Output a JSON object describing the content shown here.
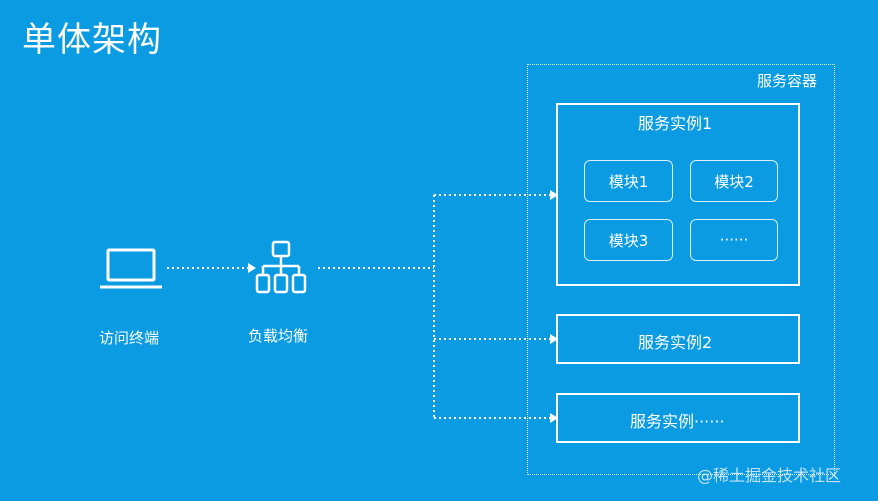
{
  "title": "单体架构",
  "nodes": {
    "client_label": "访问终端",
    "lb_label": "负载均衡"
  },
  "container": {
    "label": "服务容器",
    "instances": [
      {
        "label": "服务实例1"
      },
      {
        "label": "服务实例2"
      },
      {
        "label": "服务实例······"
      }
    ],
    "modules": [
      {
        "label": "模块1"
      },
      {
        "label": "模块2"
      },
      {
        "label": "模块3"
      },
      {
        "label": "······"
      }
    ]
  },
  "icons": {
    "client": "laptop-icon",
    "load_balancer": "hierarchy-icon"
  },
  "colors": {
    "background": "#0a9be3",
    "foreground": "#ffffff"
  },
  "watermark": "@稀土掘金技术社区"
}
